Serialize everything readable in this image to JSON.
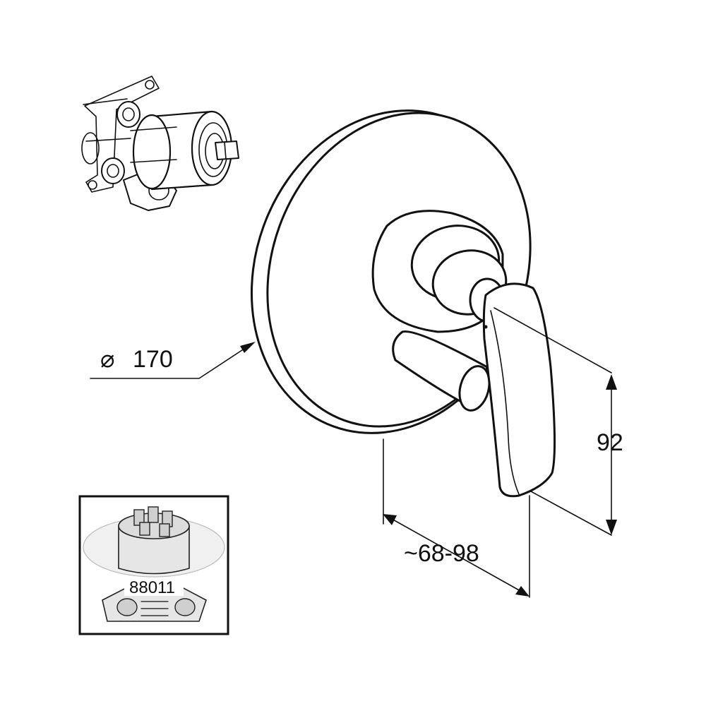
{
  "dimensions": {
    "diameter": {
      "symbol": "⌀",
      "value": "170"
    },
    "height": "92",
    "depth": "~68-98"
  },
  "inset": {
    "part_number": "88011"
  }
}
